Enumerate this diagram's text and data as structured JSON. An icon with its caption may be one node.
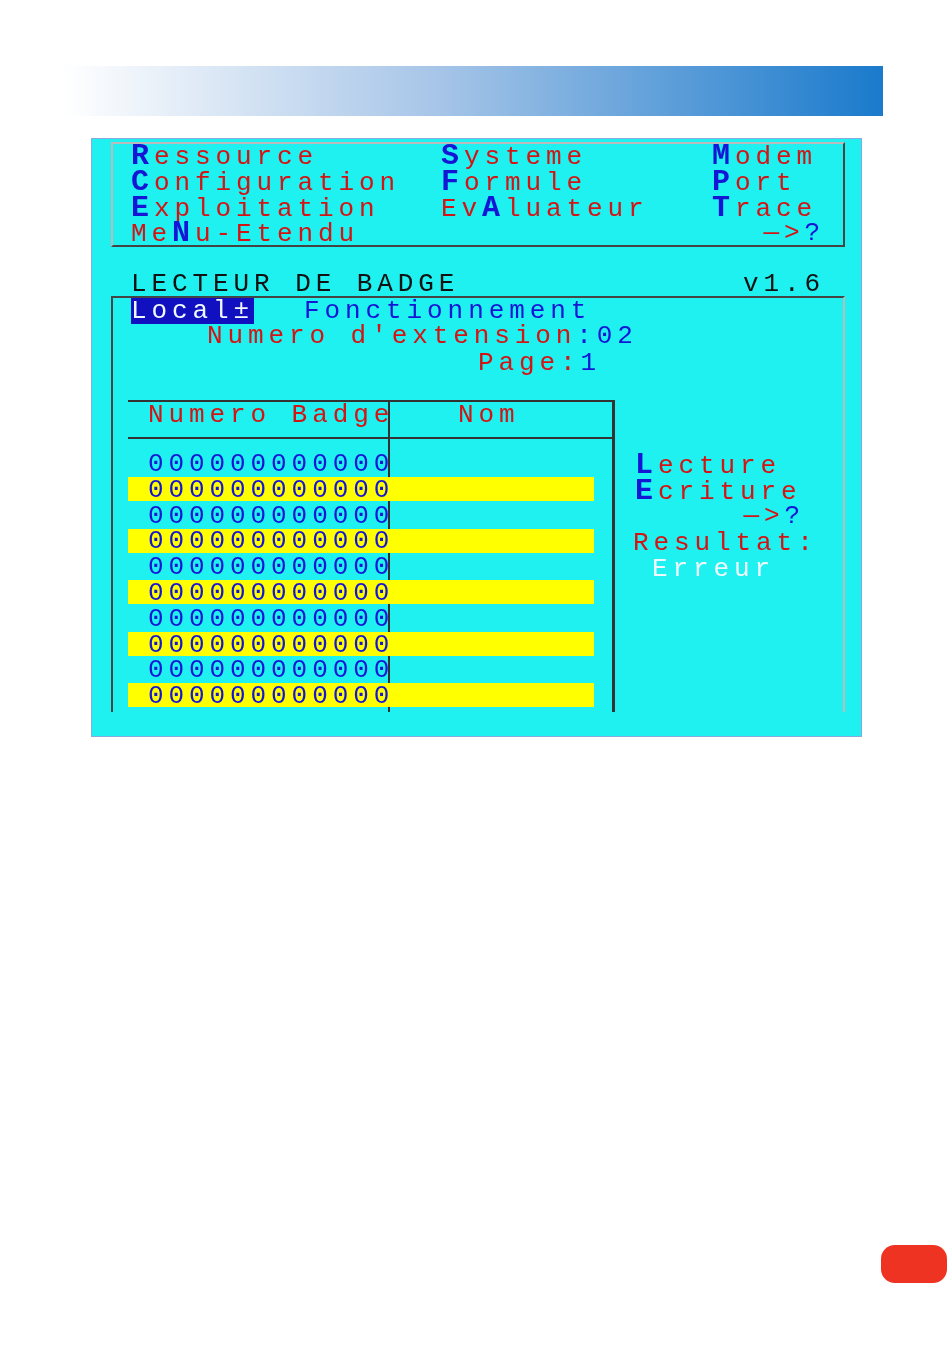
{
  "diagram": {
    "labels": [
      "Ressource",
      "Systeme",
      "Modem",
      "Configuration",
      "Formule",
      "Port",
      "Exploitation",
      "EvAluateur",
      "Trace",
      "MeNu-Etendu",
      "—>?",
      "LECTEUR DE BADGE",
      "v1.6",
      "Local±",
      "Fonctionnement",
      "Numero d'extension:02",
      "Page:1",
      "Numero Badge",
      "Nom",
      "000000000000",
      "000000000000",
      "000000000000",
      "000000000000",
      "000000000000",
      "000000000000",
      "000000000000",
      "000000000000",
      "000000000000",
      "000000000000",
      "Lecture",
      "Ecriture",
      "—>?",
      "Resultat:",
      "Erreur"
    ]
  }
}
